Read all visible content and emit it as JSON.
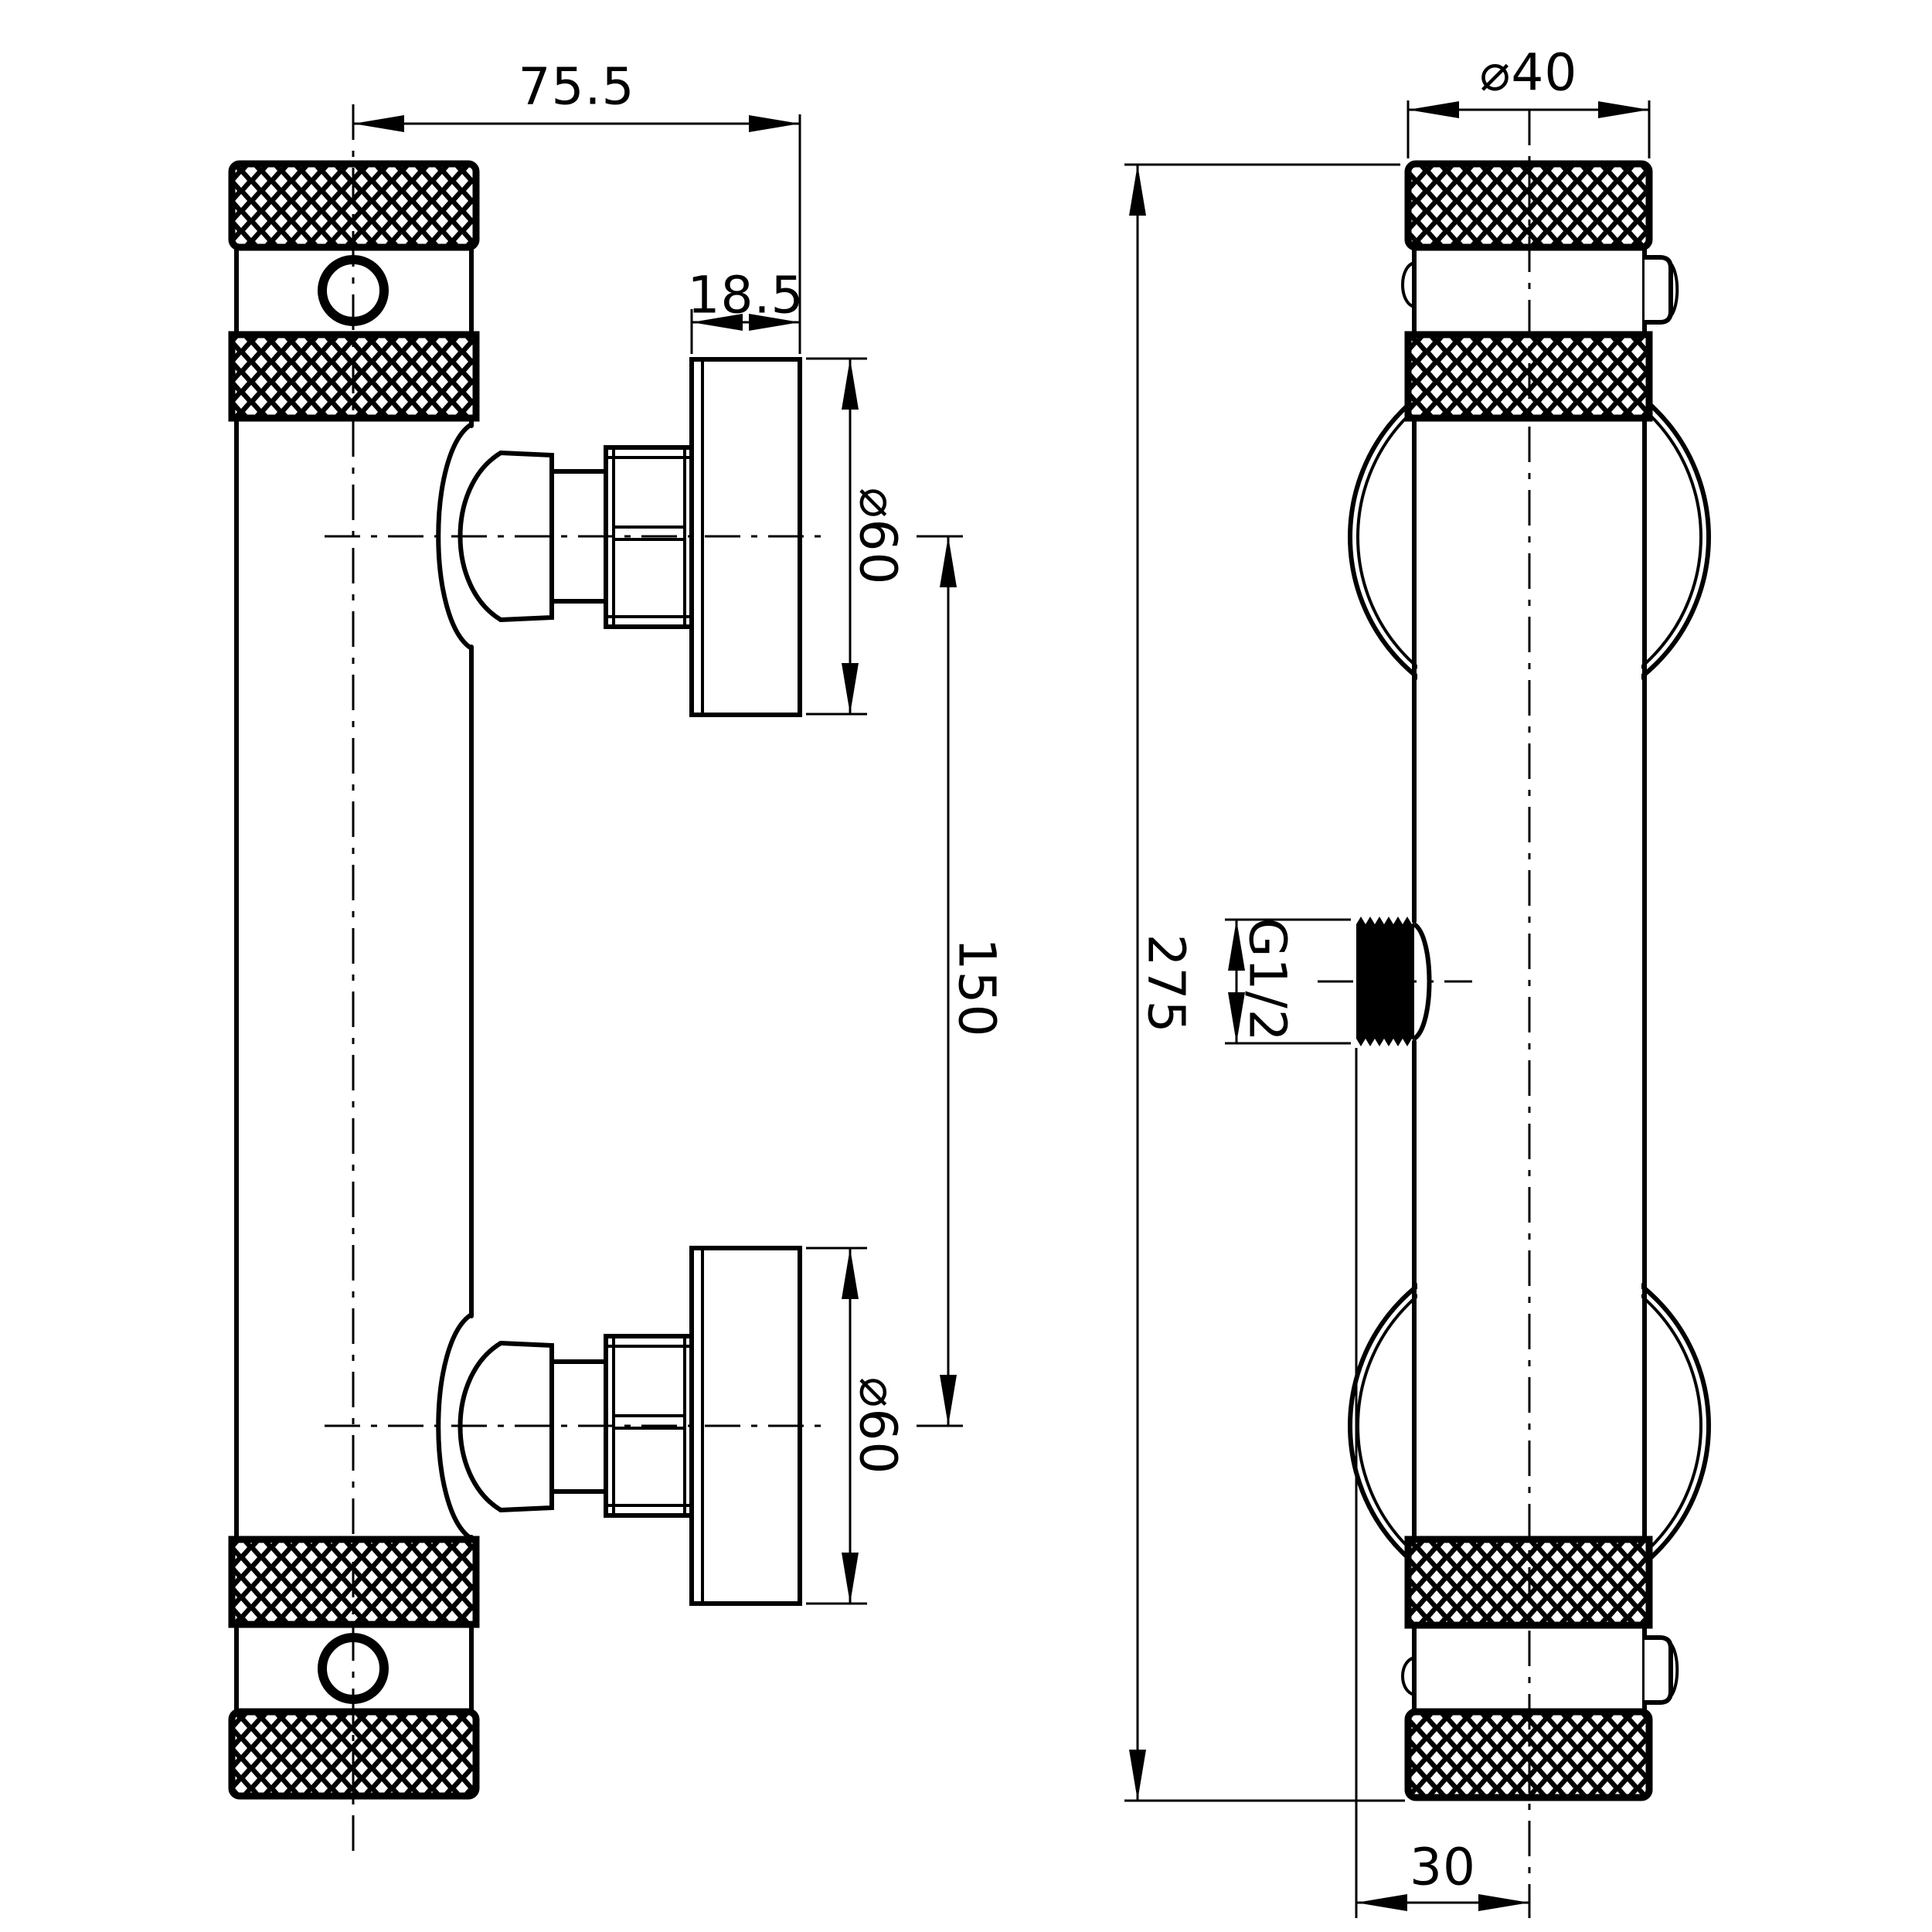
{
  "colors": {
    "background": "#ffffff",
    "line": "#000000"
  },
  "dimensions": {
    "front_view": [
      {
        "id": "outlet-offset",
        "label": "75.5",
        "orientation": "horizontal"
      },
      {
        "id": "flange-depth",
        "label": "18.5",
        "orientation": "horizontal"
      },
      {
        "id": "top-flange-diameter",
        "label": "⌀40",
        "orientation_note": "unused"
      },
      {
        "id": "outlet-spacing",
        "label": "150",
        "orientation": "vertical"
      },
      {
        "id": "top-flange-dia",
        "label": "⌀60",
        "orientation": "vertical"
      },
      {
        "id": "bottom-flange-dia",
        "label": "⌀60",
        "orientation": "vertical"
      }
    ],
    "side_view": [
      {
        "id": "body-diameter",
        "label": "⌀40",
        "orientation": "horizontal"
      },
      {
        "id": "overall-height",
        "label": "275",
        "orientation": "vertical"
      },
      {
        "id": "inlet-thread",
        "label": "G1/2",
        "orientation": "vertical"
      },
      {
        "id": "inlet-offset",
        "label": "30",
        "orientation": "horizontal"
      }
    ]
  }
}
